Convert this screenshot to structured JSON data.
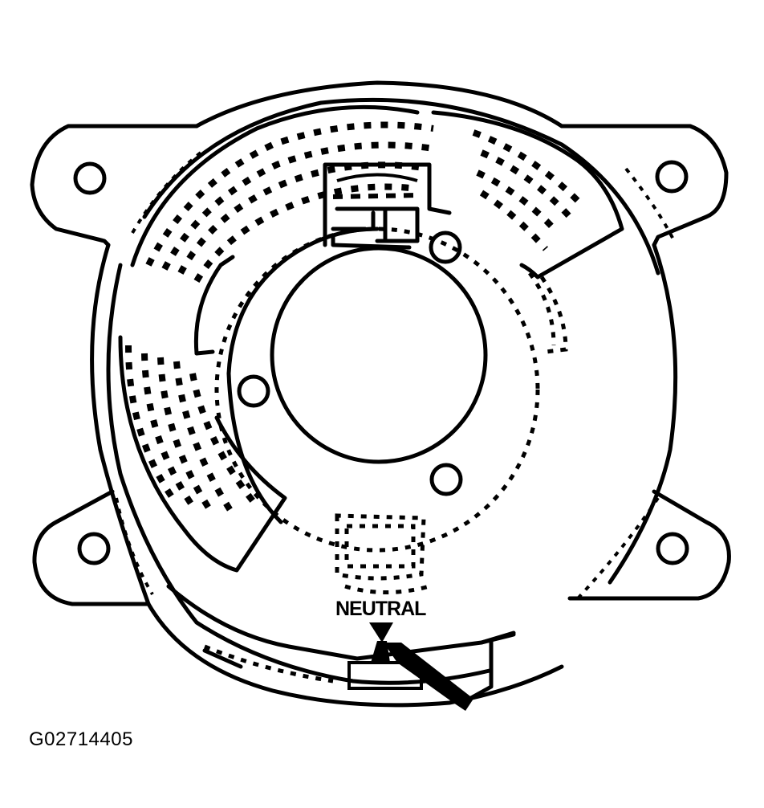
{
  "figure": {
    "id": "G02714405",
    "subject": "clock-spring-assembly",
    "labels": {
      "neutral": "NEUTRAL"
    }
  },
  "colors": {
    "line": "#000000",
    "background": "#ffffff"
  }
}
